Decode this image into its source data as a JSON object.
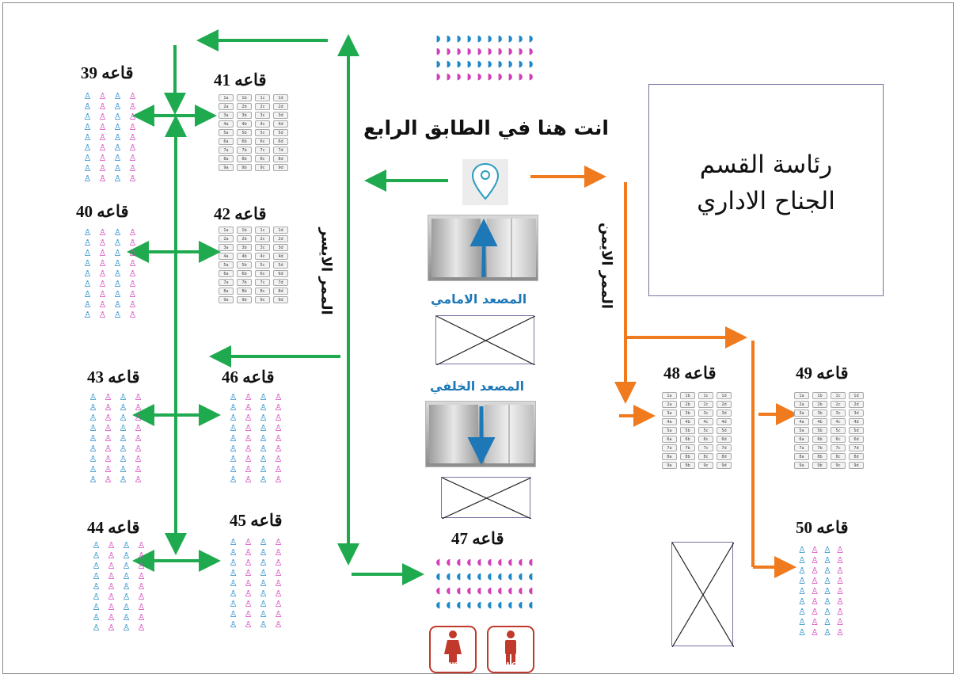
{
  "here_label": "انت هنا في الطابق الرابع",
  "halls": [
    {
      "id": "39",
      "label": "قاعه 39"
    },
    {
      "id": "40",
      "label": "قاعه 40"
    },
    {
      "id": "41",
      "label": "قاعه 41"
    },
    {
      "id": "42",
      "label": "قاعه 42"
    },
    {
      "id": "43",
      "label": "قاعه 43"
    },
    {
      "id": "44",
      "label": "قاعه 44"
    },
    {
      "id": "45",
      "label": "قاعه 45"
    },
    {
      "id": "46",
      "label": "قاعه 46"
    },
    {
      "id": "47",
      "label": "قاعه 47"
    },
    {
      "id": "48",
      "label": "قاعه 48"
    },
    {
      "id": "49",
      "label": "قاعه 49"
    },
    {
      "id": "50",
      "label": "قاعه 50"
    }
  ],
  "corridors": {
    "left": "الممر الايسر",
    "right": "الممر الايمن"
  },
  "elevators": {
    "front": "المصعد الامامي",
    "back": "المصعد الخلفي"
  },
  "admin": {
    "line1": "رئاسة القسم",
    "line2": "الجناح الاداري"
  },
  "wc": {
    "women": "WC",
    "men": "WC"
  },
  "desk_labels": [
    "1a",
    "1b",
    "1c",
    "1d",
    "2a",
    "2b",
    "2c",
    "2d",
    "3a",
    "3b",
    "3c",
    "3d",
    "4a",
    "4b",
    "4c",
    "4d",
    "5a",
    "5b",
    "5c",
    "5d",
    "6a",
    "6b",
    "6c",
    "6d",
    "7a",
    "7b",
    "7c",
    "7d",
    "8a",
    "8b",
    "8c",
    "8d",
    "9a",
    "9b",
    "9c",
    "9d"
  ],
  "colors": {
    "left_route": "#1faa4f",
    "right_route": "#f07a1e",
    "elevator_arrow": "#1e78b8",
    "boys": "#1e88c8",
    "girls": "#d23fb8",
    "wc": "#c0392b"
  },
  "icons": {
    "location": "map-pin-icon",
    "elevator": "elevator-icon",
    "women": "woman-icon",
    "men": "man-icon"
  }
}
